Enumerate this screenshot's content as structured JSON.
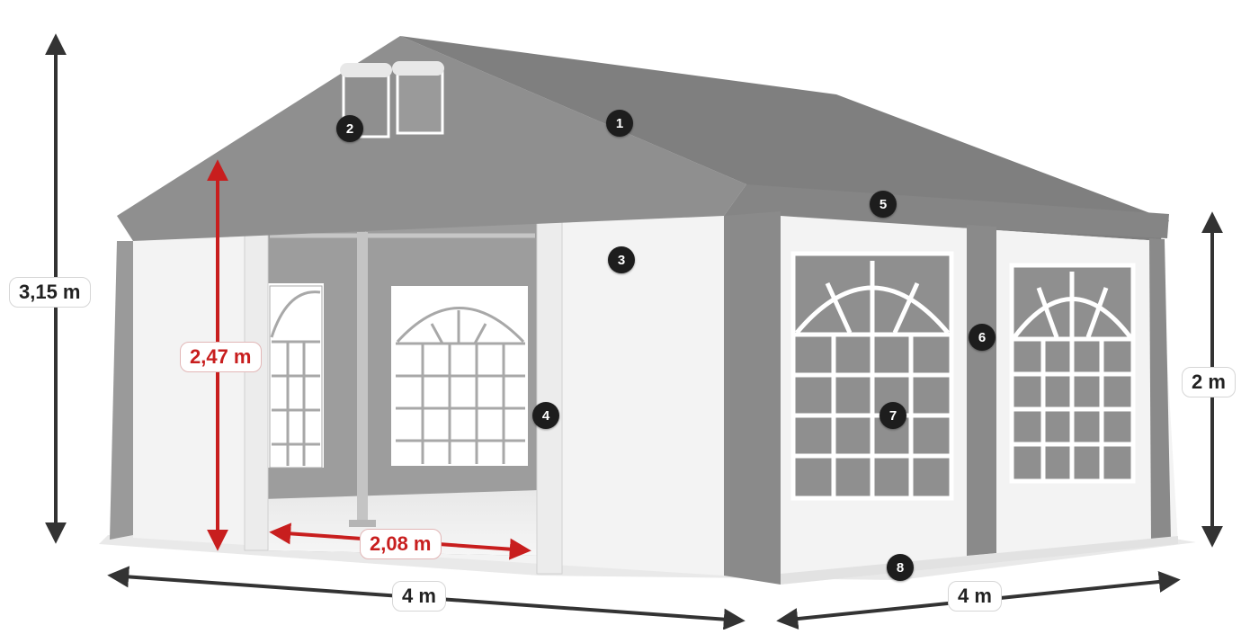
{
  "colors": {
    "roof": "#8f8f8f",
    "roof_shade": "#7a7a7a",
    "wall": "#f3f3f3",
    "pillar": "#8a8a8a",
    "dimension_black": "#333333",
    "dimension_red": "#c81e1e",
    "badge": "#1d1d1d"
  },
  "dimensions": {
    "total_height": "3,15 m",
    "side_height": "2 m",
    "door_height": "2,47 m",
    "door_width": "2,08 m",
    "front_width": "4 m",
    "side_depth": "4 m"
  },
  "markers": [
    {
      "label": "1",
      "part": "roof"
    },
    {
      "label": "2",
      "part": "roof-vents"
    },
    {
      "label": "3",
      "part": "front-wall"
    },
    {
      "label": "4",
      "part": "door-curtain"
    },
    {
      "label": "5",
      "part": "eave-strip"
    },
    {
      "label": "6",
      "part": "pillar-cover"
    },
    {
      "label": "7",
      "part": "window"
    },
    {
      "label": "8",
      "part": "ground-skirt"
    }
  ]
}
